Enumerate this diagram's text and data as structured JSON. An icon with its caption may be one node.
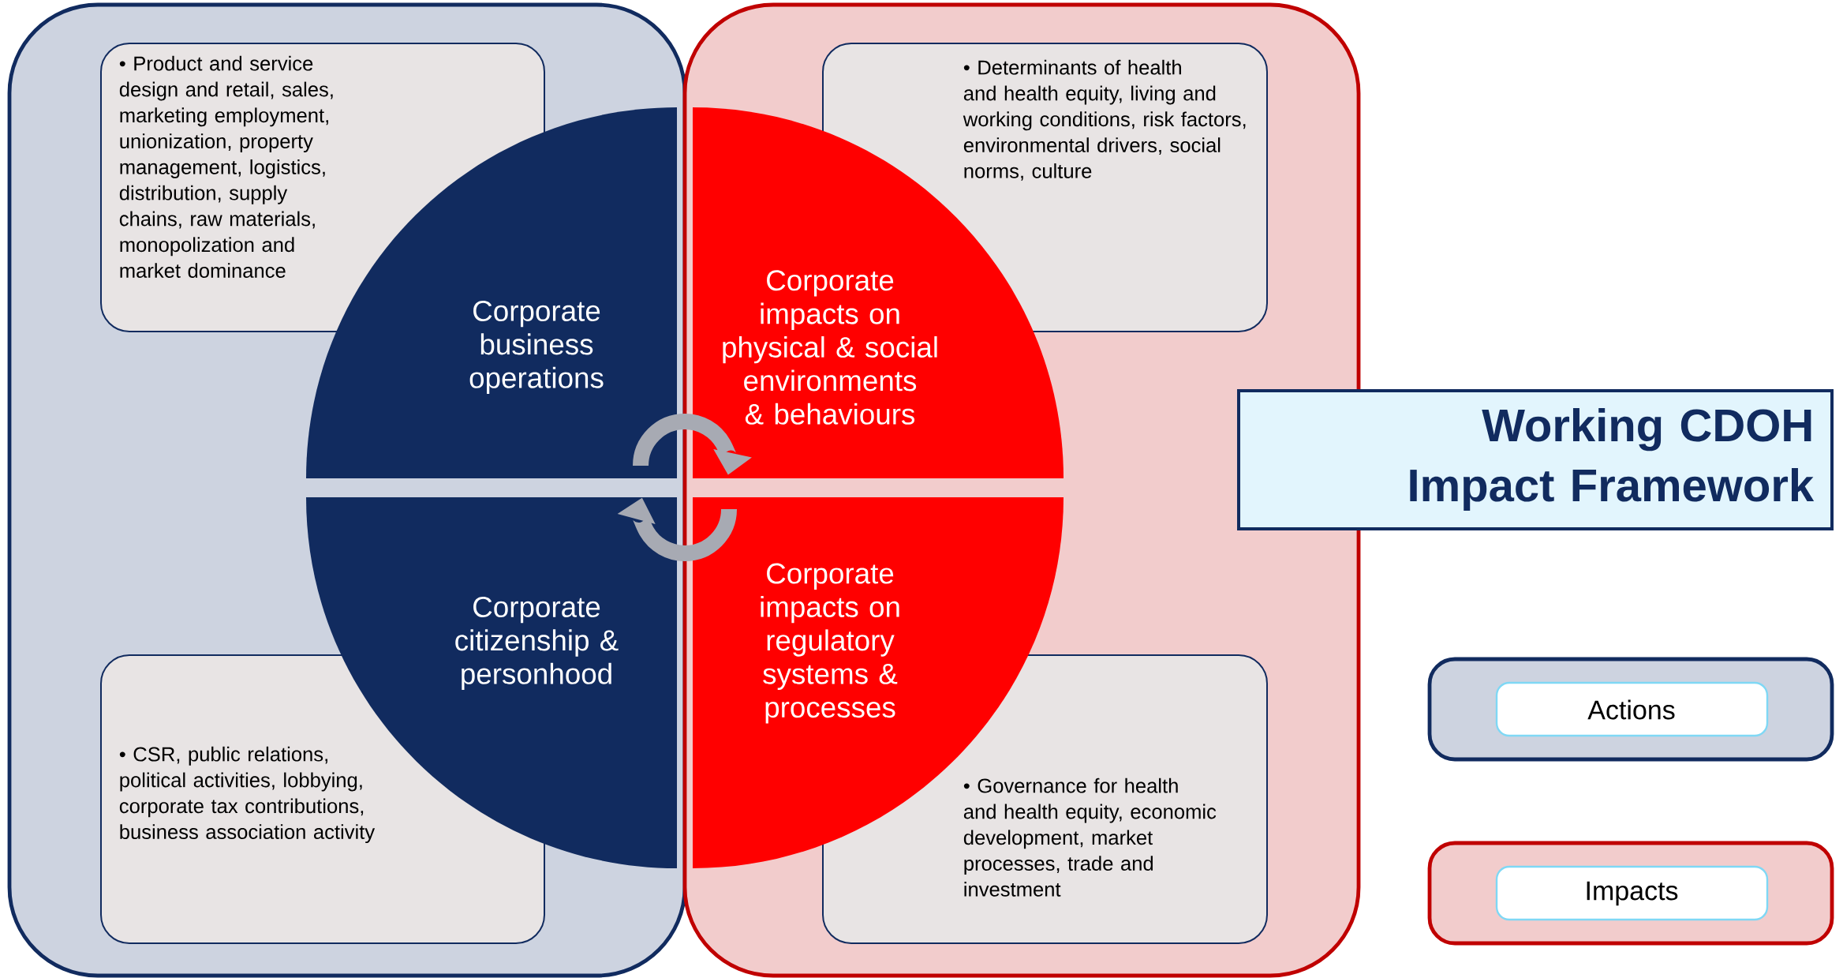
{
  "diagram": {
    "title": "Working CDOH Impact Framework",
    "nodes": [
      {
        "text": [
          "• Product and service design and retail, sales, marketing employment, unionization, property management, logistics, distribution, supply chains, raw materials, monopolization and market dominance"
        ]
      },
      {
        "text": [
          "• Determinants of health and health equity, living and working conditions, risk factors, environmental drivers, social norms, culture"
        ]
      },
      {
        "text": [
          "Corporate business operations"
        ]
      },
      {
        "text": [
          "Corporate impacts on physical & social environments & behaviours"
        ]
      },
      {
        "text": [
          "Corporate citizenship & personhood"
        ]
      },
      {
        "text": [
          "Corporate impacts on regulatory systems & processes"
        ]
      },
      {
        "text": [
          "• CSR, public relations, political activities, lobbying, corporate tax contributions, business association activity"
        ]
      },
      {
        "text": [
          "• Governance for health and health equity, economic development, market processes, trade and investment"
        ]
      }
    ],
    "edges": [
      {
        "from": 2,
        "to": 3,
        "arrow": "to"
      },
      {
        "from": 5,
        "to": 4,
        "arrow": "to"
      }
    ],
    "legend": [
      {
        "text": "Actions",
        "color": "#cdd3e0"
      },
      {
        "text": "Impacts",
        "color": "#f2cccc"
      }
    ]
  }
}
